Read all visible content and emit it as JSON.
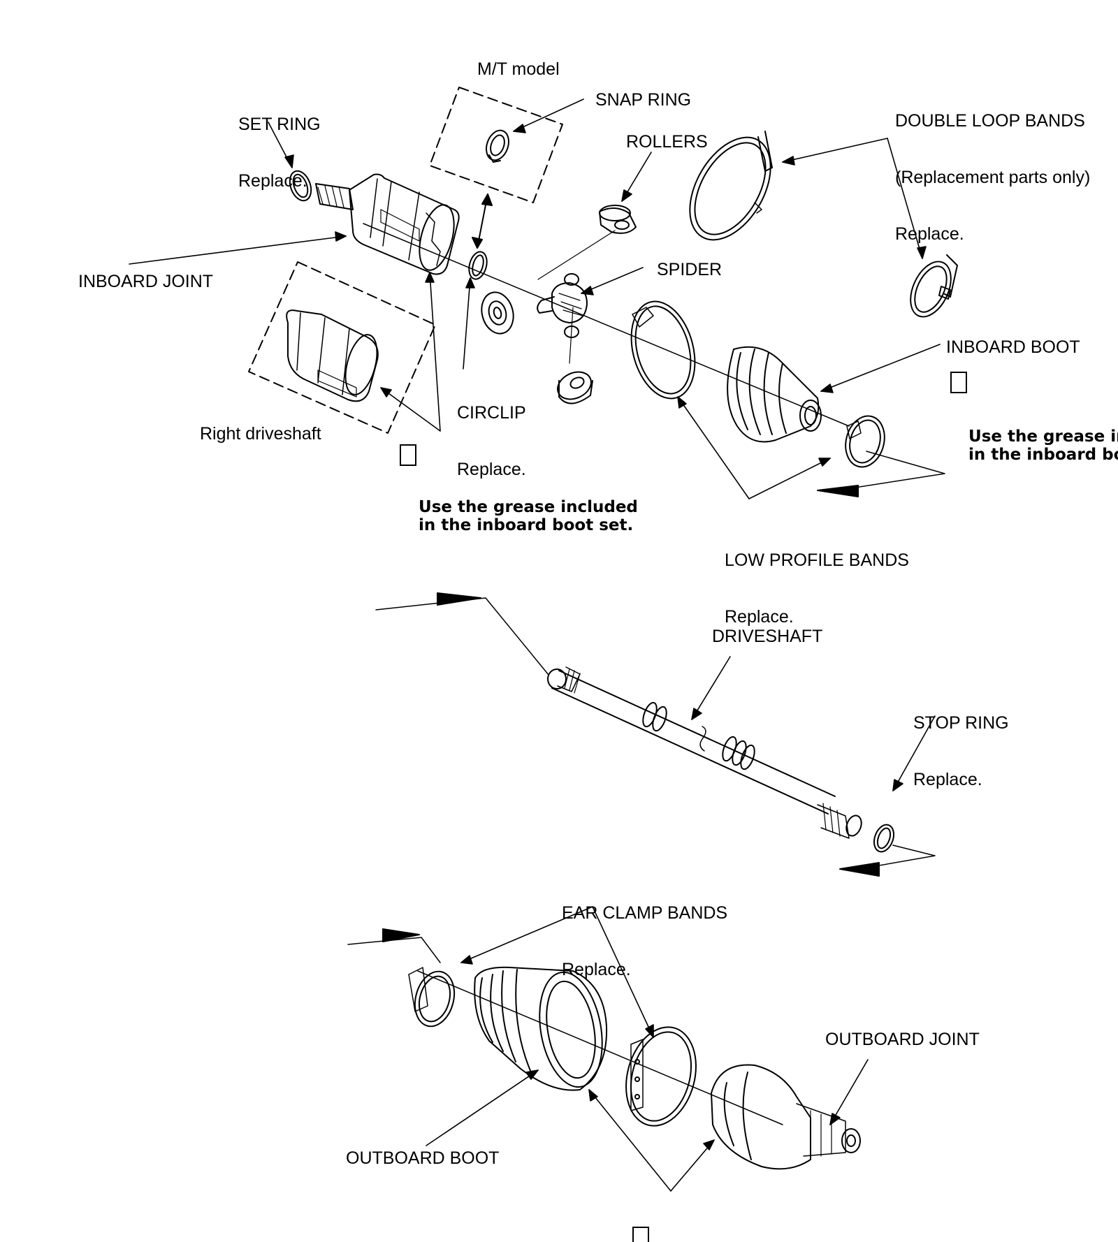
{
  "labels": {
    "set_ring": {
      "title": "SET RING",
      "note": "Replace."
    },
    "mt_model": "M/T model",
    "snap_ring": "SNAP RING",
    "rollers": "ROLLERS",
    "double_loop_bands": {
      "title": "DOUBLE LOOP BANDS",
      "sub": "(Replacement parts only)",
      "note": "Replace."
    },
    "inboard_joint": "INBOARD JOINT",
    "spider": "SPIDER",
    "inboard_boot": "INBOARD BOOT",
    "circlip": {
      "title": "CIRCLIP",
      "note": "Replace."
    },
    "right_driveshaft": "Right driveshaft",
    "low_profile_bands": {
      "title": "LOW PROFILE BANDS",
      "note": "Replace."
    },
    "driveshaft": "DRIVESHAFT",
    "stop_ring": {
      "title": "STOP RING",
      "note": "Replace."
    },
    "ear_clamp_bands": {
      "title": "EAR CLAMP BANDS",
      "note": "Replace."
    },
    "outboard_joint": "OUTBOARD JOINT",
    "outboard_boot": "OUTBOARD BOOT"
  },
  "grease_notes": {
    "joint": {
      "line1": "Use the grease included",
      "line2": "in the inboard boot set."
    },
    "boot": {
      "line1": "Use the grease inc",
      "line2": "in the inboard boot"
    }
  }
}
